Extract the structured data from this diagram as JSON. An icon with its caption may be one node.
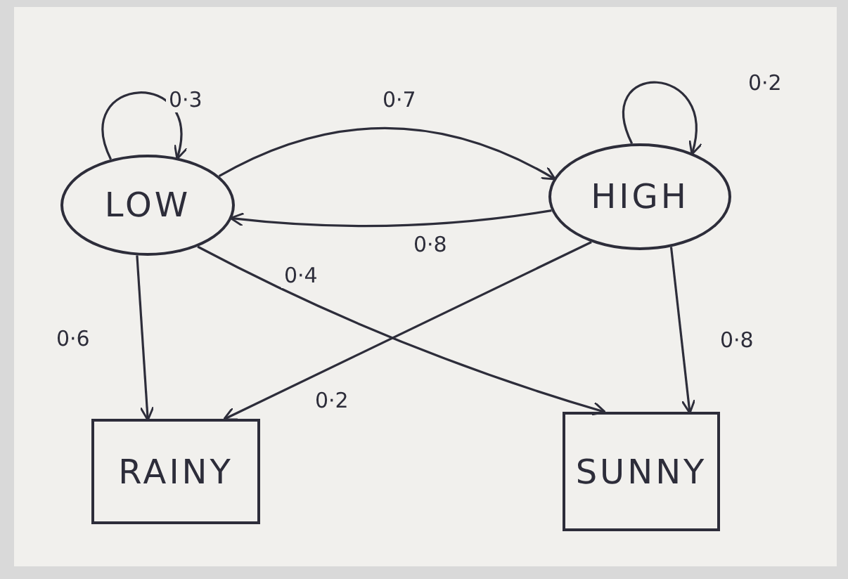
{
  "diagram": {
    "nodes": [
      {
        "text": [
          "LOW"
        ]
      },
      {
        "text": [
          "HIGH"
        ]
      },
      {
        "text": [
          "RAINY"
        ]
      },
      {
        "text": [
          "SUNNY"
        ]
      }
    ],
    "edges": [
      {
        "from": 0,
        "to": 0,
        "arrow": "to",
        "label": "0·3"
      },
      {
        "from": 0,
        "to": 1,
        "arrow": "to",
        "label": "0·7"
      },
      {
        "from": 1,
        "to": 0,
        "arrow": "to",
        "label": "0·8"
      },
      {
        "from": 0,
        "to": 2,
        "arrow": "to",
        "label": "0·6"
      },
      {
        "from": 0,
        "to": 3,
        "arrow": "to",
        "label": "0·4"
      },
      {
        "from": 1,
        "to": 2,
        "arrow": "to",
        "label": "0·2"
      },
      {
        "from": 1,
        "to": 3,
        "arrow": "to",
        "label": "0·8"
      },
      {
        "from": 1,
        "to": 1,
        "arrow": "to",
        "label": "0·2"
      }
    ]
  }
}
